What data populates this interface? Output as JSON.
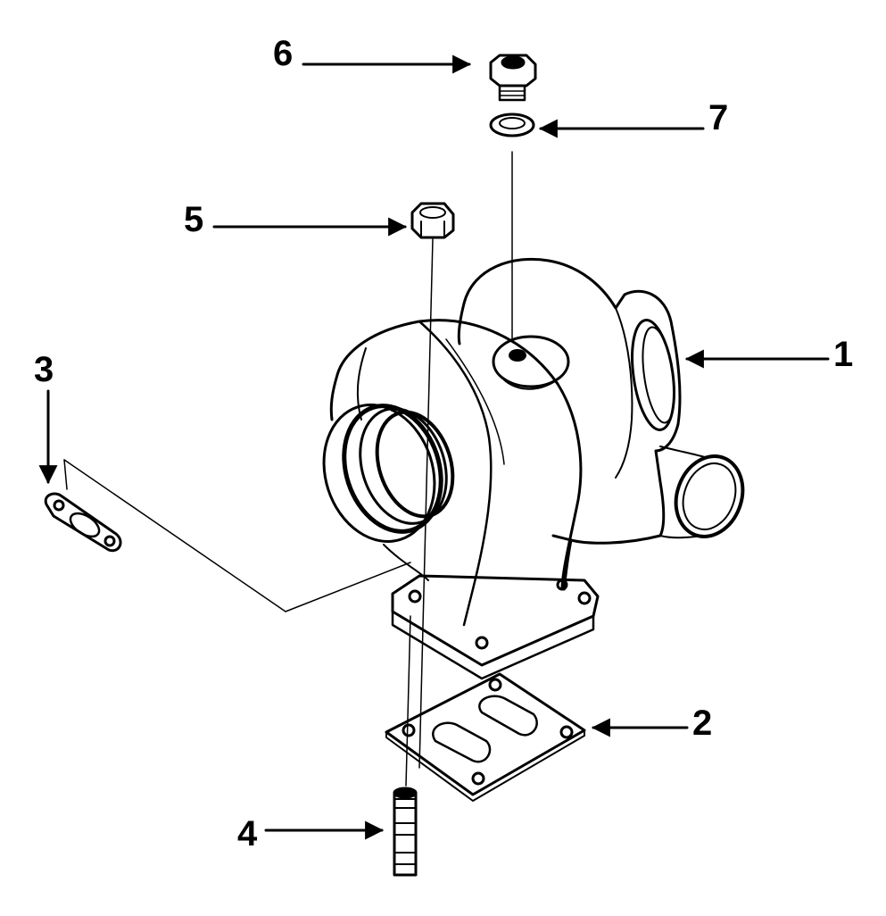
{
  "callouts": [
    {
      "label": "1",
      "part": "turbocharger-assembly"
    },
    {
      "label": "2",
      "part": "turbine-inlet-gasket"
    },
    {
      "label": "3",
      "part": "oil-drain-gasket"
    },
    {
      "label": "4",
      "part": "mounting-stud"
    },
    {
      "label": "5",
      "part": "mounting-nut"
    },
    {
      "label": "6",
      "part": "oil-supply-fitting"
    },
    {
      "label": "7",
      "part": "sealing-washer"
    }
  ],
  "colors": {
    "ink": "#000000",
    "paper": "#ffffff"
  }
}
